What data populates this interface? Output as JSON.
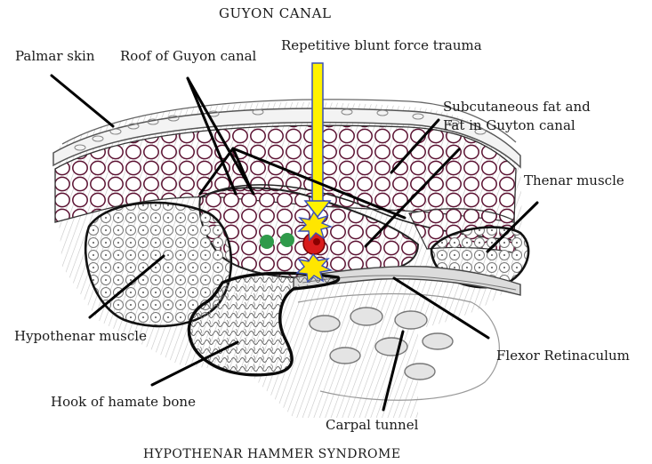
{
  "title": "GUYON CANAL",
  "footer": "HYPOTHENAR HAMMER SYNDROME",
  "labels": {
    "palmar_skin": "Palmar skin",
    "roof": "Roof of Guyon canal",
    "trauma": "Repetitive blunt force trauma",
    "fat": "Subcutaneous fat and\nFat in Guyton canal",
    "thenar": "Thenar muscle",
    "hypothenar": "Hypothenar muscle",
    "flexor": "Flexor Retinaculum",
    "hamate": "Hook of hamate bone",
    "carpal": "Carpal tunnel"
  },
  "colors": {
    "arrow_fill": "#fff200",
    "arrow_stroke": "#3a50b8",
    "burst": "#ffe600",
    "artery": "#d81b1b",
    "nerve": "#2f9a4a",
    "fat_cells": "#5a1030",
    "outline": "#111111"
  }
}
